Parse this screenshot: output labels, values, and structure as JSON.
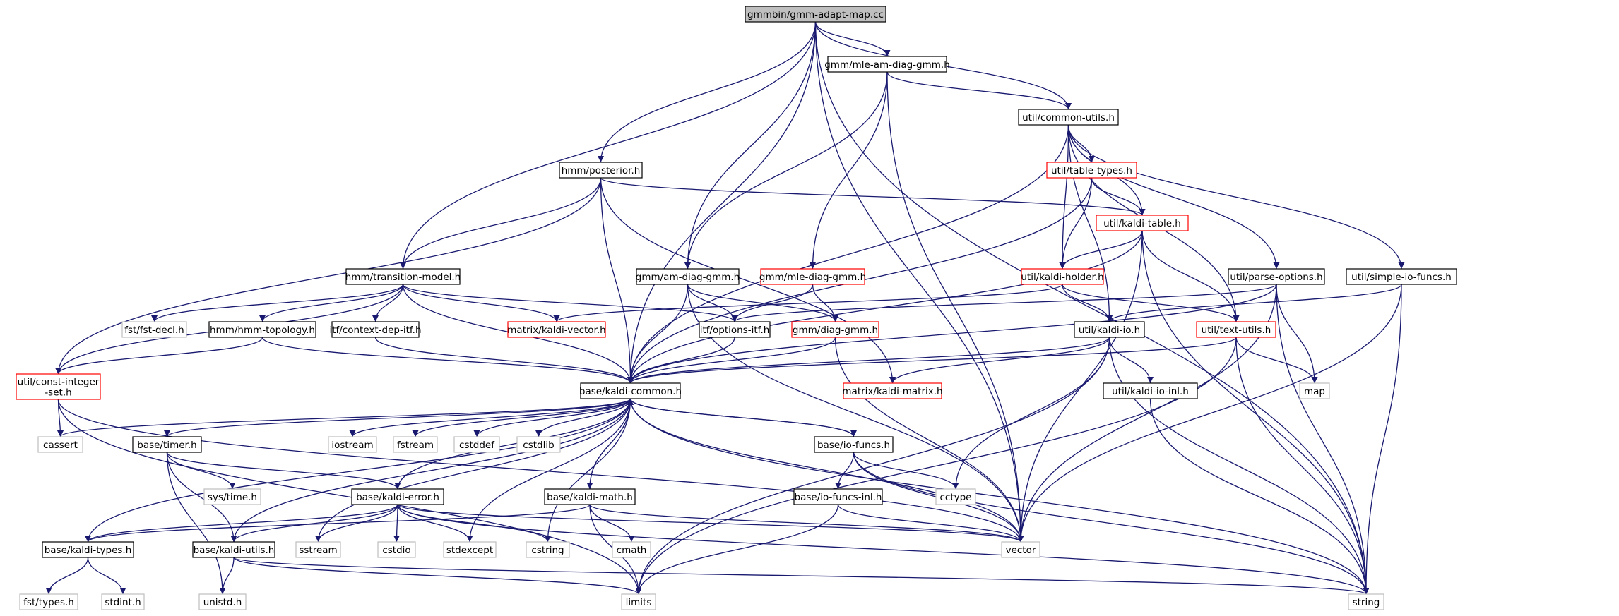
{
  "colors": {
    "edge": "#191970",
    "border_normal": "#000000",
    "border_truncated": "#ff0000",
    "border_external": "#bfbfbf",
    "fill_root": "#bfbfbf",
    "fill_normal": "#ffffff",
    "text_normal": "#000000",
    "text_external": "#404040"
  },
  "nodes": [
    {
      "id": "root",
      "label": "gmmbin/gmm-adapt-map.cc",
      "kind": "root"
    },
    {
      "id": "mleam",
      "label": "gmm/mle-am-diag-gmm.h",
      "kind": "normal"
    },
    {
      "id": "common",
      "label": "util/common-utils.h",
      "kind": "normal"
    },
    {
      "id": "posterior",
      "label": "hmm/posterior.h",
      "kind": "normal"
    },
    {
      "id": "tabletypes",
      "label": "util/table-types.h",
      "kind": "truncated"
    },
    {
      "id": "kalditable",
      "label": "util/kaldi-table.h",
      "kind": "truncated"
    },
    {
      "id": "transmodel",
      "label": "hmm/transition-model.h",
      "kind": "normal"
    },
    {
      "id": "amdiag",
      "label": "gmm/am-diag-gmm.h",
      "kind": "normal"
    },
    {
      "id": "mlediag",
      "label": "gmm/mle-diag-gmm.h",
      "kind": "truncated"
    },
    {
      "id": "holder",
      "label": "util/kaldi-holder.h",
      "kind": "truncated"
    },
    {
      "id": "parseopt",
      "label": "util/parse-options.h",
      "kind": "normal"
    },
    {
      "id": "simpleio",
      "label": "util/simple-io-funcs.h",
      "kind": "normal"
    },
    {
      "id": "fstdecl",
      "label": "fst/fst-decl.h",
      "kind": "external"
    },
    {
      "id": "hmmtopo",
      "label": "hmm/hmm-topology.h",
      "kind": "normal"
    },
    {
      "id": "ctxdep",
      "label": "itf/context-dep-itf.h",
      "kind": "normal"
    },
    {
      "id": "kvector",
      "label": "matrix/kaldi-vector.h",
      "kind": "truncated"
    },
    {
      "id": "optitf",
      "label": "itf/options-itf.h",
      "kind": "normal"
    },
    {
      "id": "diaggmm",
      "label": "gmm/diag-gmm.h",
      "kind": "truncated"
    },
    {
      "id": "kaldiio",
      "label": "util/kaldi-io.h",
      "kind": "normal"
    },
    {
      "id": "textutils",
      "label": "util/text-utils.h",
      "kind": "truncated"
    },
    {
      "id": "constint",
      "label": "util/const-integer\n-set.h",
      "kind": "truncated"
    },
    {
      "id": "kcommon",
      "label": "base/kaldi-common.h",
      "kind": "normal"
    },
    {
      "id": "kmatrix",
      "label": "matrix/kaldi-matrix.h",
      "kind": "truncated"
    },
    {
      "id": "kioinl",
      "label": "util/kaldi-io-inl.h",
      "kind": "normal"
    },
    {
      "id": "map",
      "label": "map",
      "kind": "external"
    },
    {
      "id": "cassert",
      "label": "cassert",
      "kind": "external"
    },
    {
      "id": "timer",
      "label": "base/timer.h",
      "kind": "normal"
    },
    {
      "id": "iostream",
      "label": "iostream",
      "kind": "external"
    },
    {
      "id": "fstream",
      "label": "fstream",
      "kind": "external"
    },
    {
      "id": "cstddef",
      "label": "cstddef",
      "kind": "external"
    },
    {
      "id": "cstdlib",
      "label": "cstdlib",
      "kind": "external"
    },
    {
      "id": "iofuncs",
      "label": "base/io-funcs.h",
      "kind": "normal"
    },
    {
      "id": "systime",
      "label": "sys/time.h",
      "kind": "external"
    },
    {
      "id": "cctype",
      "label": "cctype",
      "kind": "external"
    },
    {
      "id": "kerror",
      "label": "base/kaldi-error.h",
      "kind": "normal"
    },
    {
      "id": "kmath",
      "label": "base/kaldi-math.h",
      "kind": "normal"
    },
    {
      "id": "iofuncsinl",
      "label": "base/io-funcs-inl.h",
      "kind": "normal"
    },
    {
      "id": "ktypes",
      "label": "base/kaldi-types.h",
      "kind": "normal"
    },
    {
      "id": "kutils",
      "label": "base/kaldi-utils.h",
      "kind": "normal"
    },
    {
      "id": "sstream",
      "label": "sstream",
      "kind": "external"
    },
    {
      "id": "cstdio",
      "label": "cstdio",
      "kind": "external"
    },
    {
      "id": "stdexcept",
      "label": "stdexcept",
      "kind": "external"
    },
    {
      "id": "cstring",
      "label": "cstring",
      "kind": "external"
    },
    {
      "id": "cmath",
      "label": "cmath",
      "kind": "external"
    },
    {
      "id": "vector",
      "label": "vector",
      "kind": "external"
    },
    {
      "id": "fsttypes",
      "label": "fst/types.h",
      "kind": "external"
    },
    {
      "id": "stdint",
      "label": "stdint.h",
      "kind": "external"
    },
    {
      "id": "unistd",
      "label": "unistd.h",
      "kind": "external"
    },
    {
      "id": "limits",
      "label": "limits",
      "kind": "external"
    },
    {
      "id": "string",
      "label": "string",
      "kind": "external"
    }
  ],
  "edges": [
    [
      "root",
      "mleam"
    ],
    [
      "root",
      "common"
    ],
    [
      "root",
      "posterior"
    ],
    [
      "root",
      "amdiag"
    ],
    [
      "root",
      "kcommon"
    ],
    [
      "root",
      "vector"
    ],
    [
      "root",
      "string"
    ],
    [
      "root",
      "transmodel"
    ],
    [
      "mleam",
      "common"
    ],
    [
      "mleam",
      "amdiag"
    ],
    [
      "mleam",
      "mlediag"
    ],
    [
      "mleam",
      "vector"
    ],
    [
      "common",
      "tabletypes"
    ],
    [
      "common",
      "kalditable"
    ],
    [
      "common",
      "holder"
    ],
    [
      "common",
      "parseopt"
    ],
    [
      "common",
      "simpleio"
    ],
    [
      "common",
      "kaldiio"
    ],
    [
      "common",
      "textutils"
    ],
    [
      "common",
      "kcommon"
    ],
    [
      "posterior",
      "transmodel"
    ],
    [
      "posterior",
      "kalditable"
    ],
    [
      "posterior",
      "constint"
    ],
    [
      "posterior",
      "kmatrix"
    ],
    [
      "posterior",
      "kcommon"
    ],
    [
      "tabletypes",
      "kalditable"
    ],
    [
      "tabletypes",
      "holder"
    ],
    [
      "tabletypes",
      "kcommon"
    ],
    [
      "kalditable",
      "holder"
    ],
    [
      "kalditable",
      "textutils"
    ],
    [
      "kalditable",
      "kcommon"
    ],
    [
      "kalditable",
      "vector"
    ],
    [
      "kalditable",
      "string"
    ],
    [
      "transmodel",
      "fstdecl"
    ],
    [
      "transmodel",
      "hmmtopo"
    ],
    [
      "transmodel",
      "ctxdep"
    ],
    [
      "transmodel",
      "kvector"
    ],
    [
      "transmodel",
      "optitf"
    ],
    [
      "transmodel",
      "kcommon"
    ],
    [
      "transmodel",
      "constint"
    ],
    [
      "amdiag",
      "optitf"
    ],
    [
      "amdiag",
      "diaggmm"
    ],
    [
      "amdiag",
      "kcommon"
    ],
    [
      "amdiag",
      "vector"
    ],
    [
      "mlediag",
      "diaggmm"
    ],
    [
      "mlediag",
      "optitf"
    ],
    [
      "holder",
      "kaldiio"
    ],
    [
      "holder",
      "textutils"
    ],
    [
      "holder",
      "kvector"
    ],
    [
      "parseopt",
      "kcommon"
    ],
    [
      "parseopt",
      "optitf"
    ],
    [
      "parseopt",
      "map"
    ],
    [
      "parseopt",
      "vector"
    ],
    [
      "parseopt",
      "string"
    ],
    [
      "simpleio",
      "kaldiio"
    ],
    [
      "simpleio",
      "vector"
    ],
    [
      "simpleio",
      "string"
    ],
    [
      "hmmtopo",
      "kcommon"
    ],
    [
      "hmmtopo",
      "constint"
    ],
    [
      "ctxdep",
      "kcommon"
    ],
    [
      "optitf",
      "kcommon"
    ],
    [
      "diaggmm",
      "kcommon"
    ],
    [
      "diaggmm",
      "vector"
    ],
    [
      "kaldiio",
      "kcommon"
    ],
    [
      "kaldiio",
      "kmatrix"
    ],
    [
      "kaldiio",
      "kioinl"
    ],
    [
      "kaldiio",
      "cctype"
    ],
    [
      "kaldiio",
      "limits"
    ],
    [
      "kaldiio",
      "string"
    ],
    [
      "textutils",
      "kcommon"
    ],
    [
      "textutils",
      "map"
    ],
    [
      "textutils",
      "string"
    ],
    [
      "textutils",
      "limits"
    ],
    [
      "constint",
      "cassert"
    ],
    [
      "constint",
      "vector"
    ],
    [
      "constint",
      "limits"
    ],
    [
      "kioinl",
      "string"
    ],
    [
      "kcommon",
      "cassert"
    ],
    [
      "kcommon",
      "timer"
    ],
    [
      "kcommon",
      "iostream"
    ],
    [
      "kcommon",
      "fstream"
    ],
    [
      "kcommon",
      "cstddef"
    ],
    [
      "kcommon",
      "cstdlib"
    ],
    [
      "kcommon",
      "iofuncs"
    ],
    [
      "kcommon",
      "kerror"
    ],
    [
      "kcommon",
      "kmath"
    ],
    [
      "kcommon",
      "ktypes"
    ],
    [
      "kcommon",
      "kutils"
    ],
    [
      "kcommon",
      "sstream"
    ],
    [
      "kcommon",
      "stdexcept"
    ],
    [
      "kcommon",
      "cstring"
    ],
    [
      "kcommon",
      "vector"
    ],
    [
      "kcommon",
      "string"
    ],
    [
      "timer",
      "systime"
    ],
    [
      "timer",
      "kerror"
    ],
    [
      "timer",
      "kutils"
    ],
    [
      "timer",
      "unistd"
    ],
    [
      "iofuncs",
      "kcommon"
    ],
    [
      "iofuncs",
      "iofuncsinl"
    ],
    [
      "iofuncs",
      "cctype"
    ],
    [
      "iofuncs",
      "vector"
    ],
    [
      "iofuncs",
      "string"
    ],
    [
      "kerror",
      "ktypes"
    ],
    [
      "kerror",
      "kutils"
    ],
    [
      "kerror",
      "sstream"
    ],
    [
      "kerror",
      "cstdio"
    ],
    [
      "kerror",
      "stdexcept"
    ],
    [
      "kerror",
      "cstring"
    ],
    [
      "kerror",
      "vector"
    ],
    [
      "kerror",
      "string"
    ],
    [
      "kmath",
      "kcommon"
    ],
    [
      "kmath",
      "ktypes"
    ],
    [
      "kmath",
      "cmath"
    ],
    [
      "kmath",
      "limits"
    ],
    [
      "kmath",
      "vector"
    ],
    [
      "iofuncsinl",
      "vector"
    ],
    [
      "iofuncsinl",
      "limits"
    ],
    [
      "ktypes",
      "fsttypes"
    ],
    [
      "ktypes",
      "stdint"
    ],
    [
      "kutils",
      "unistd"
    ],
    [
      "kutils",
      "limits"
    ],
    [
      "kutils",
      "string"
    ]
  ]
}
